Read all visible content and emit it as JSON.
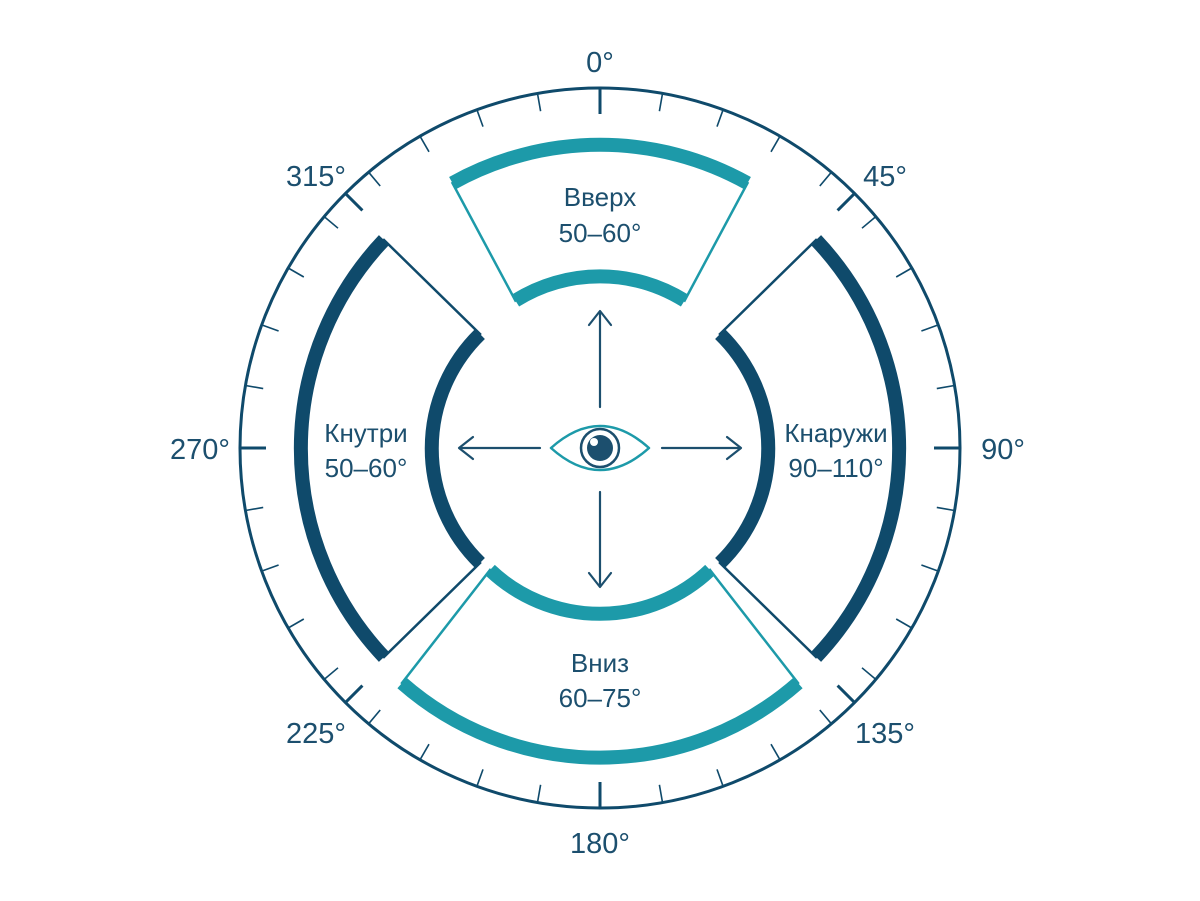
{
  "colors": {
    "navy": "#0f4a6b",
    "teal": "#1d9aa9",
    "text": "#1c4f6e",
    "background": "#ffffff"
  },
  "degree_labels": [
    "0°",
    "45°",
    "90°",
    "135°",
    "180°",
    "225°",
    "270°",
    "315°"
  ],
  "sectors": {
    "up": {
      "name": "Вверх",
      "range": "50–60°"
    },
    "out": {
      "name": "Кнаружи",
      "range": "90–110°"
    },
    "down": {
      "name": "Вниз",
      "range": "60–75°"
    },
    "in": {
      "name": "Кнутри",
      "range": "50–60°"
    }
  },
  "center_icon": "eye-icon",
  "arrows": [
    "arrow-up-icon",
    "arrow-right-icon",
    "arrow-down-icon",
    "arrow-left-icon"
  ]
}
